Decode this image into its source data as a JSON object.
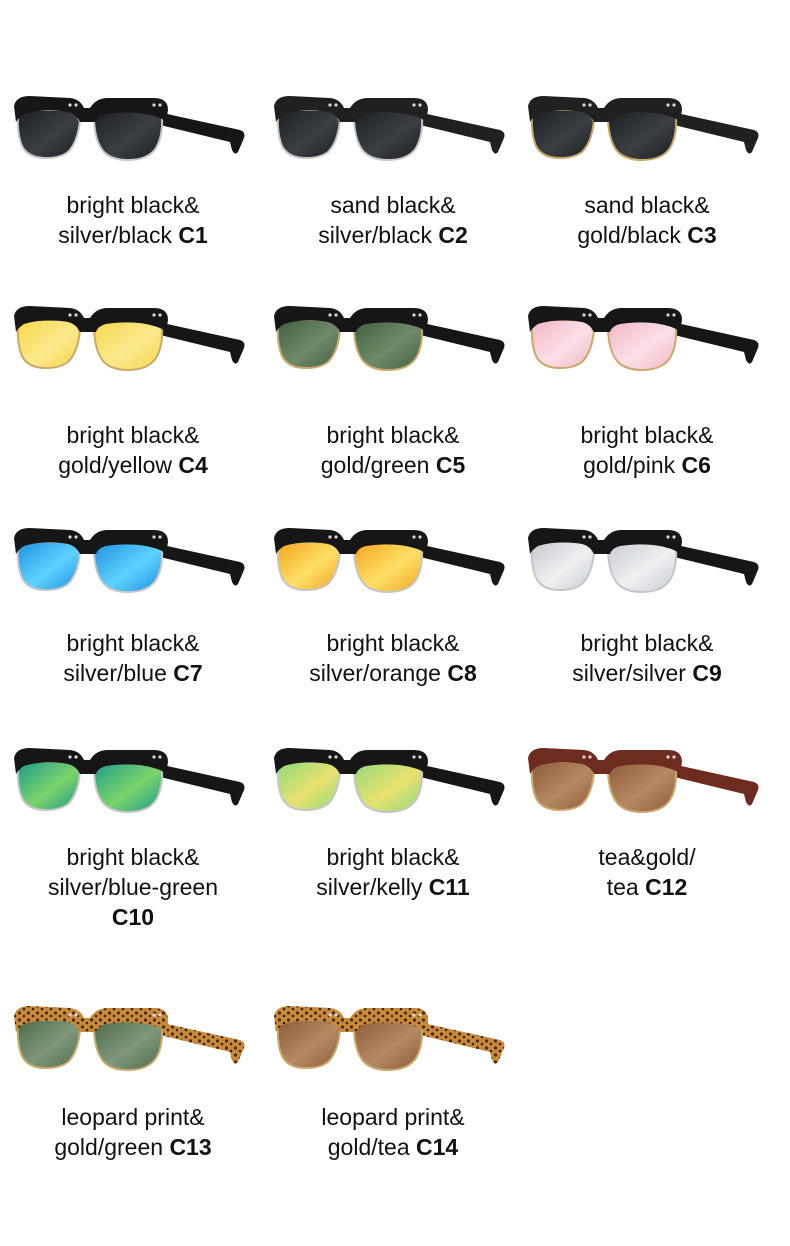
{
  "items": [
    {
      "line1": "bright black&",
      "line2": "silver/black",
      "code": "C1",
      "frame": "#161616",
      "frame_pattern": "solid",
      "rim": "#c4c6c9",
      "lens": "#1b1d20",
      "lens_edge": "#3b3f44"
    },
    {
      "line1": "sand black&",
      "line2": "silver/black",
      "code": "C2",
      "frame": "#202020",
      "frame_pattern": "solid",
      "rim": "#c4c6c9",
      "lens": "#1b1d20",
      "lens_edge": "#3b3f44"
    },
    {
      "line1": "sand black&",
      "line2": "gold/black",
      "code": "C3",
      "frame": "#202020",
      "frame_pattern": "solid",
      "rim": "#c9a86a",
      "lens": "#1b1d20",
      "lens_edge": "#3b3f44"
    },
    {
      "line1": "bright black&",
      "line2": "gold/yellow",
      "code": "C4",
      "frame": "#161616",
      "frame_pattern": "solid",
      "rim": "#c9a86a",
      "lens": "#f5d64a",
      "lens_edge": "#fbe98d"
    },
    {
      "line1": "bright black&",
      "line2": "gold/green",
      "code": "C5",
      "frame": "#161616",
      "frame_pattern": "solid",
      "rim": "#c9a86a",
      "lens": "#3f5e3f",
      "lens_edge": "#6f8a6a"
    },
    {
      "line1": "bright black&",
      "line2": "gold/pink",
      "code": "C6",
      "frame": "#161616",
      "frame_pattern": "solid",
      "rim": "#c9a86a",
      "lens": "#f0b5c4",
      "lens_edge": "#fbe0e7"
    },
    {
      "line1": "bright black&",
      "line2": "silver/blue",
      "code": "C7",
      "frame": "#161616",
      "frame_pattern": "solid",
      "rim": "#c4c6c9",
      "lens": "#1f8fe0",
      "lens_edge": "#5ed2ff"
    },
    {
      "line1": "bright black&",
      "line2": "silver/orange",
      "code": "C8",
      "frame": "#161616",
      "frame_pattern": "solid",
      "rim": "#c4c6c9",
      "lens": "#f1a21e",
      "lens_edge": "#ffe066"
    },
    {
      "line1": "bright black&",
      "line2": "silver/silver",
      "code": "C9",
      "frame": "#161616",
      "frame_pattern": "solid",
      "rim": "#c4c6c9",
      "lens": "#c7cacd",
      "lens_edge": "#eef0f2"
    },
    {
      "line1": "bright black&",
      "line2": "silver/blue-green",
      "code": "C10",
      "code_own_line": true,
      "frame": "#161616",
      "frame_pattern": "solid",
      "rim": "#c4c6c9",
      "lens": "#1d9a8a",
      "lens_edge": "#7ad46a"
    },
    {
      "line1": "bright black&",
      "line2": "silver/kelly",
      "code": "C11",
      "frame": "#161616",
      "frame_pattern": "solid",
      "rim": "#c4c6c9",
      "lens": "#8fd87a",
      "lens_edge": "#e8e270"
    },
    {
      "line1": "tea&gold/",
      "line2": "tea",
      "code": "C12",
      "frame": "#6e2b1f",
      "frame_pattern": "solid",
      "rim": "#c9a86a",
      "lens": "#8a5a3a",
      "lens_edge": "#b58a62"
    },
    {
      "line1": "leopard print&",
      "line2": "gold/green",
      "code": "C13",
      "frame": "#c98a3a",
      "frame_pattern": "leopard",
      "rim": "#c9a86a",
      "lens": "#4c6a4a",
      "lens_edge": "#7f977a"
    },
    {
      "line1": "leopard print&",
      "line2": "gold/tea",
      "code": "C14",
      "frame": "#c98a3a",
      "frame_pattern": "leopard",
      "rim": "#c9a86a",
      "lens": "#8a5a3a",
      "lens_edge": "#b58a62"
    }
  ]
}
